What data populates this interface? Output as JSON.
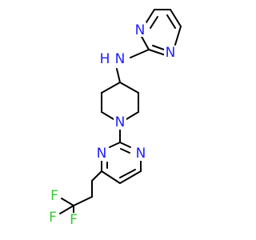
{
  "molecule": {
    "atoms": {
      "nh_n": "N",
      "nh_h": "H",
      "pym_top_n1": "N",
      "pym_top_n2": "N",
      "pip_n": "N",
      "pym_bot_n1": "N",
      "pym_bot_n2": "N",
      "f1": "F",
      "f2": "F",
      "f3": "F"
    },
    "colors": {
      "carbon_bond": "#000000",
      "nitrogen": "#2020ff",
      "fluorine": "#33cc33",
      "background": "#ffffff"
    }
  }
}
